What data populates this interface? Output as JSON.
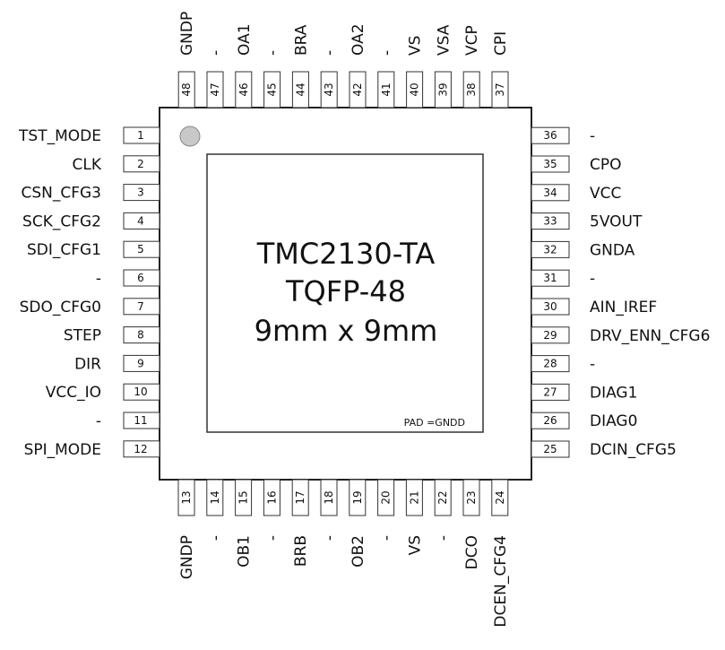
{
  "chip": {
    "title_lines": [
      "TMC2130-TA",
      "TQFP-48",
      "9mm x 9mm"
    ],
    "pad_note": "PAD =GNDD"
  },
  "pins": {
    "left": [
      {
        "num": "1",
        "label": "TST_MODE"
      },
      {
        "num": "2",
        "label": "CLK"
      },
      {
        "num": "3",
        "label": "CSN_CFG3"
      },
      {
        "num": "4",
        "label": "SCK_CFG2"
      },
      {
        "num": "5",
        "label": "SDI_CFG1"
      },
      {
        "num": "6",
        "label": "-"
      },
      {
        "num": "7",
        "label": "SDO_CFG0"
      },
      {
        "num": "8",
        "label": "STEP"
      },
      {
        "num": "9",
        "label": "DIR"
      },
      {
        "num": "10",
        "label": "VCC_IO"
      },
      {
        "num": "11",
        "label": "-"
      },
      {
        "num": "12",
        "label": "SPI_MODE"
      }
    ],
    "bottom": [
      {
        "num": "13",
        "label": "GNDP"
      },
      {
        "num": "14",
        "label": "-"
      },
      {
        "num": "15",
        "label": "OB1"
      },
      {
        "num": "16",
        "label": "-"
      },
      {
        "num": "17",
        "label": "BRB"
      },
      {
        "num": "18",
        "label": "-"
      },
      {
        "num": "19",
        "label": "OB2"
      },
      {
        "num": "20",
        "label": "-"
      },
      {
        "num": "21",
        "label": "VS"
      },
      {
        "num": "22",
        "label": "-"
      },
      {
        "num": "23",
        "label": "DCO"
      },
      {
        "num": "24",
        "label": "DCEN_CFG4"
      }
    ],
    "right": [
      {
        "num": "25",
        "label": "DCIN_CFG5"
      },
      {
        "num": "26",
        "label": "DIAG0"
      },
      {
        "num": "27",
        "label": "DIAG1"
      },
      {
        "num": "28",
        "label": "-"
      },
      {
        "num": "29",
        "label": "DRV_ENN_CFG6"
      },
      {
        "num": "30",
        "label": "AIN_IREF"
      },
      {
        "num": "31",
        "label": "-"
      },
      {
        "num": "32",
        "label": "GNDA"
      },
      {
        "num": "33",
        "label": "5VOUT"
      },
      {
        "num": "34",
        "label": "VCC"
      },
      {
        "num": "35",
        "label": "CPO"
      },
      {
        "num": "36",
        "label": "-"
      }
    ],
    "top": [
      {
        "num": "37",
        "label": "CPI"
      },
      {
        "num": "38",
        "label": "VCP"
      },
      {
        "num": "39",
        "label": "VSA"
      },
      {
        "num": "40",
        "label": "VS"
      },
      {
        "num": "41",
        "label": "-"
      },
      {
        "num": "42",
        "label": "OA2"
      },
      {
        "num": "43",
        "label": "-"
      },
      {
        "num": "44",
        "label": "BRA"
      },
      {
        "num": "45",
        "label": "-"
      },
      {
        "num": "46",
        "label": "OA1"
      },
      {
        "num": "47",
        "label": "-"
      },
      {
        "num": "48",
        "label": "GNDP"
      }
    ]
  }
}
